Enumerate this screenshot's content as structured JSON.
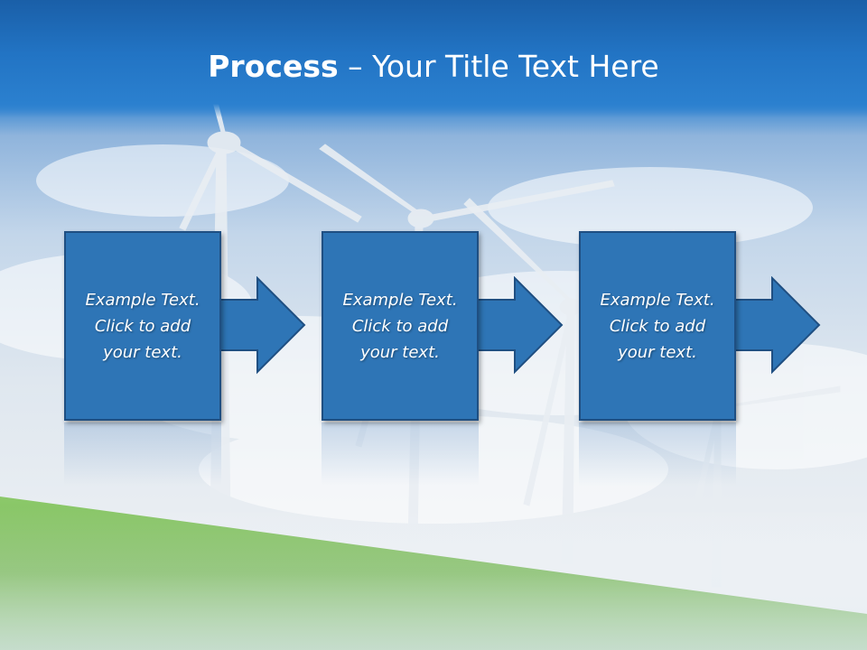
{
  "header": {
    "title_bold": "Process",
    "title_rest": " – Your Title Text Here"
  },
  "steps": [
    {
      "line1": "Example Text.",
      "line2": "Click  to add",
      "line3": "your text."
    },
    {
      "line1": "Example Text.",
      "line2": "Click  to add",
      "line3": "your text."
    },
    {
      "line1": "Example Text.",
      "line2": "Click  to add",
      "line3": "your text."
    }
  ],
  "colors": {
    "header_blue": "#2274c4",
    "card_blue": "#2e75b6",
    "card_border": "#1f4f82",
    "grass_green": "#7dbf5a"
  },
  "icons": [
    "wind-turbine-icon",
    "arrow-right-icon"
  ]
}
